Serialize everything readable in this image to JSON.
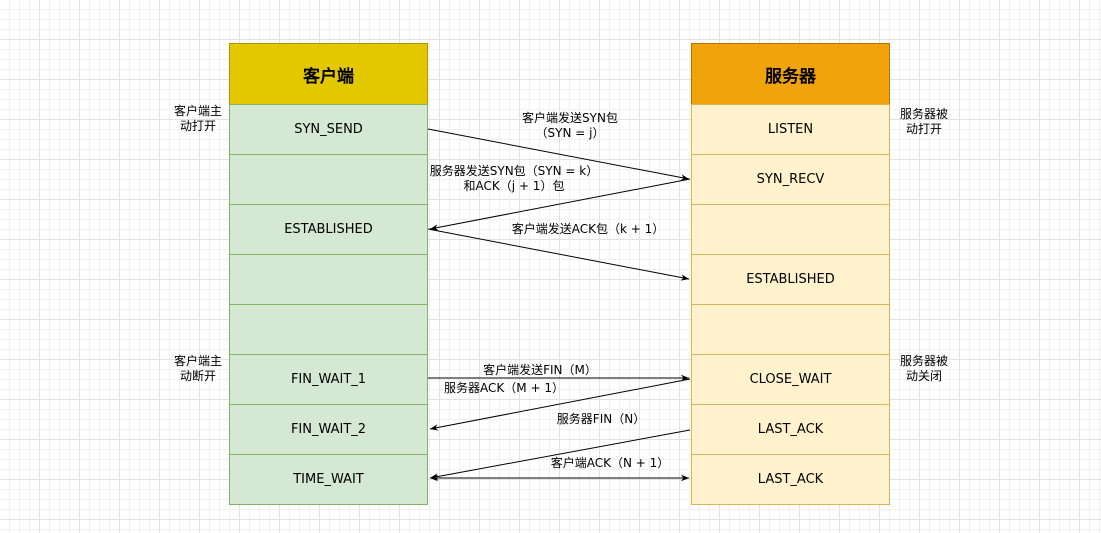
{
  "client": {
    "title": "客户端",
    "states": [
      "SYN_SEND",
      "",
      "ESTABLISHED",
      "",
      "",
      "FIN_WAIT_1",
      "FIN_WAIT_2",
      "TIME_WAIT"
    ]
  },
  "server": {
    "title": "服务器",
    "states": [
      "LISTEN",
      "SYN_RECV",
      "",
      "ESTABLISHED",
      "",
      "CLOSE_WAIT",
      "LAST_ACK",
      "LAST_ACK"
    ]
  },
  "side_labels": {
    "client_active_open": [
      "客户端主",
      "动打开"
    ],
    "server_passive_open": [
      "服务器被",
      "动打开"
    ],
    "client_active_close": [
      "客户端主",
      "动断开"
    ],
    "server_passive_close": [
      "服务器被",
      "动关闭"
    ]
  },
  "messages": {
    "syn": [
      "客户端发送SYN包",
      "（SYN = j）"
    ],
    "syn_ack": [
      "服务器发送SYN包（SYN = k）",
      "和ACK（j + 1）包"
    ],
    "ack": "客户端发送ACK包（k + 1）",
    "fin_m": "客户端发送FIN（M）",
    "ack_m": "服务器ACK（M + 1）",
    "fin_n": "服务器FIN（N）",
    "ack_n": "客户端ACK（N + 1）"
  }
}
